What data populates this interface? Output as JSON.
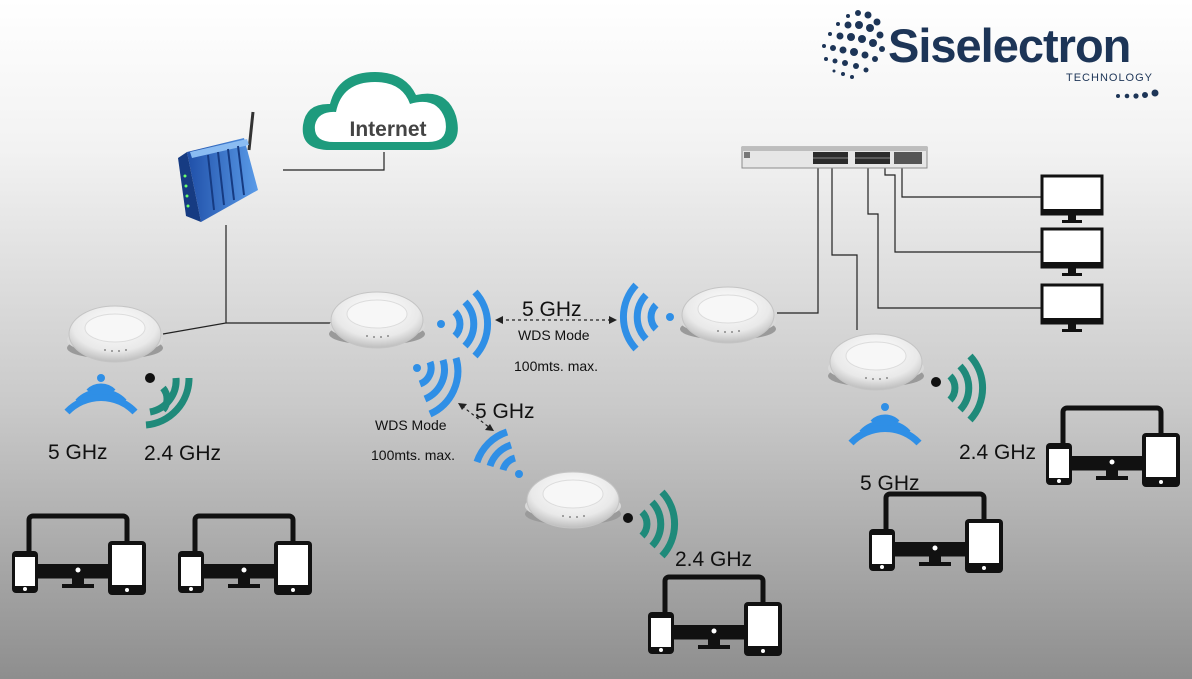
{
  "brand": {
    "name": "Siselectron",
    "subtitle": "TECHNOLOGY"
  },
  "cloud": {
    "label": "Internet"
  },
  "links": {
    "horizontal": {
      "band": "5 GHz",
      "mode": "WDS Mode",
      "distance": "100mts. max."
    },
    "diagonal": {
      "band": "5 GHz",
      "mode": "WDS Mode",
      "distance": "100mts. max."
    }
  },
  "access_points": {
    "ap1": {
      "band_a": "5 GHz",
      "band_b": "2.4 GHz"
    },
    "ap4": {
      "band_b": "2.4 GHz"
    },
    "ap5": {
      "band_a": "5 GHz",
      "band_b": "2.4 GHz"
    }
  },
  "colors": {
    "wifi_5ghz": "#2f8fe6",
    "wifi_24ghz": "#1f8a7a",
    "brand": "#1d3557",
    "cloud": "#1e9b7d",
    "router": "#2f6fc8"
  },
  "icons": [
    "router-icon",
    "internet-cloud-icon",
    "network-switch-icon",
    "access-point-icon",
    "wifi-5ghz-icon",
    "wifi-24ghz-icon",
    "desktop-monitor-icon",
    "smartphone-icon",
    "tablet-icon",
    "brand-globe-icon"
  ]
}
